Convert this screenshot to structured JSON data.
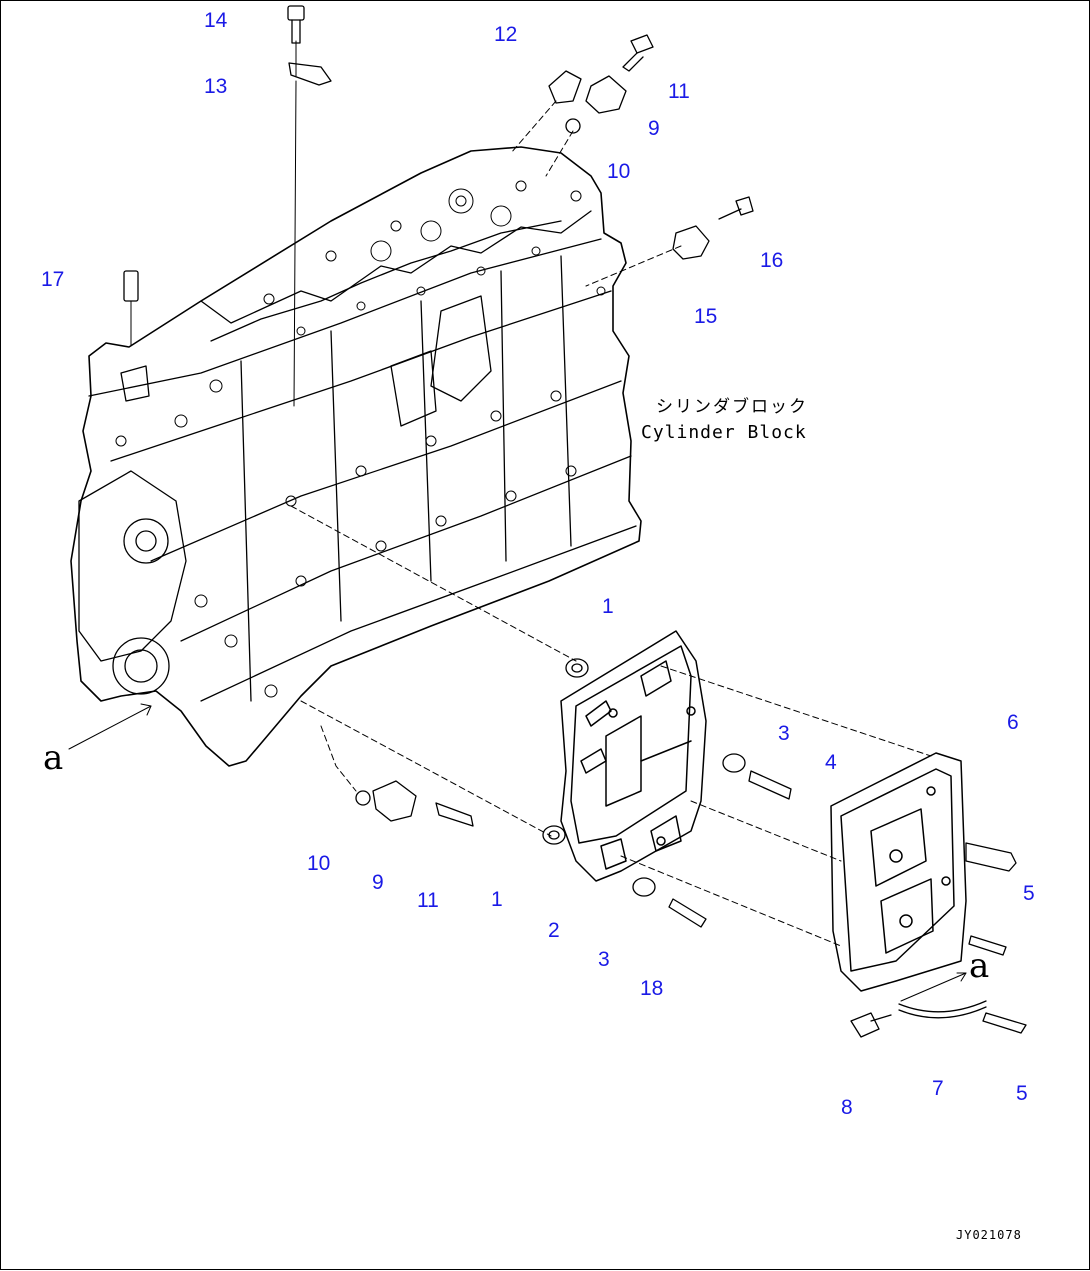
{
  "diagram": {
    "callouts": [
      {
        "id": "c14",
        "text": "14"
      },
      {
        "id": "c13",
        "text": "13"
      },
      {
        "id": "c12",
        "text": "12"
      },
      {
        "id": "c11a",
        "text": "11"
      },
      {
        "id": "c9a",
        "text": "9"
      },
      {
        "id": "c10a",
        "text": "10"
      },
      {
        "id": "c16",
        "text": "16"
      },
      {
        "id": "c15",
        "text": "15"
      },
      {
        "id": "c17",
        "text": "17"
      },
      {
        "id": "c1a",
        "text": "1"
      },
      {
        "id": "c3a",
        "text": "3"
      },
      {
        "id": "c4",
        "text": "4"
      },
      {
        "id": "c6",
        "text": "6"
      },
      {
        "id": "c10b",
        "text": "10"
      },
      {
        "id": "c9b",
        "text": "9"
      },
      {
        "id": "c11b",
        "text": "11"
      },
      {
        "id": "c1b",
        "text": "1"
      },
      {
        "id": "c2",
        "text": "2"
      },
      {
        "id": "c3b",
        "text": "3"
      },
      {
        "id": "c18",
        "text": "18"
      },
      {
        "id": "c5a",
        "text": "5"
      },
      {
        "id": "c7",
        "text": "7"
      },
      {
        "id": "c5b",
        "text": "5"
      },
      {
        "id": "c8",
        "text": "8"
      }
    ],
    "view_marks": [
      "a",
      "a"
    ],
    "part_label_jp": "シリンダブロック",
    "part_label_en": "Cylinder Block",
    "figure_code": "JY021078",
    "callout_color": "#1a1ae6"
  }
}
